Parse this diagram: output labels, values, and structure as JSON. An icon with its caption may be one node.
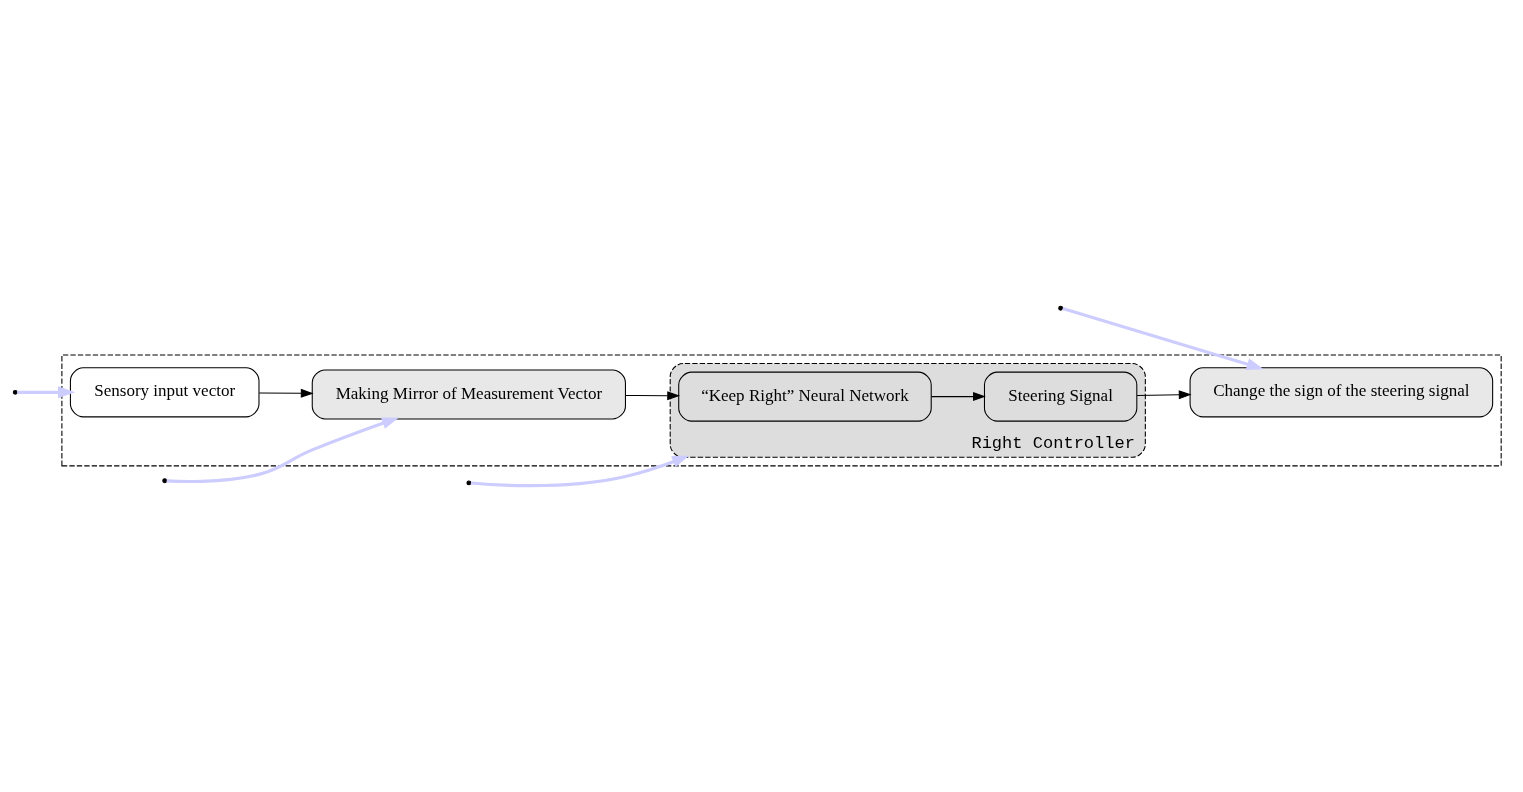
{
  "diagram": {
    "nodes": [
      {
        "text": [],
        "shape": "box"
      },
      {
        "text": [
          "Sensory input vector"
        ],
        "in": 0
      },
      {
        "text": [
          "Making Mirror of Measurement Vector"
        ],
        "in": 0
      },
      {
        "text": [
          "Right Controller"
        ],
        "in": 0
      },
      {
        "text": [
          "“Keep Right” Neural Network"
        ],
        "in": 3
      },
      {
        "text": [
          "Steering Signal"
        ],
        "in": 3
      },
      {
        "text": [
          "Change the sign of the steering signal"
        ],
        "in": 0
      }
    ],
    "edges": [
      {
        "from": 1,
        "to": 2,
        "arrow": "to"
      },
      {
        "from": 2,
        "to": 4,
        "arrow": "to"
      },
      {
        "from": 4,
        "to": 5,
        "arrow": "to"
      },
      {
        "from": 5,
        "to": 6,
        "arrow": "to"
      },
      {
        "from": null,
        "to": 1,
        "arrow": "to",
        "color": "#ccccff"
      },
      {
        "from": null,
        "to": 2,
        "arrow": "to",
        "color": "#ccccff"
      },
      {
        "from": null,
        "to": 6,
        "arrow": "to",
        "color": "#ccccff"
      },
      {
        "from": null,
        "to": 3,
        "arrow": "to",
        "color": "#ccccff"
      }
    ]
  }
}
